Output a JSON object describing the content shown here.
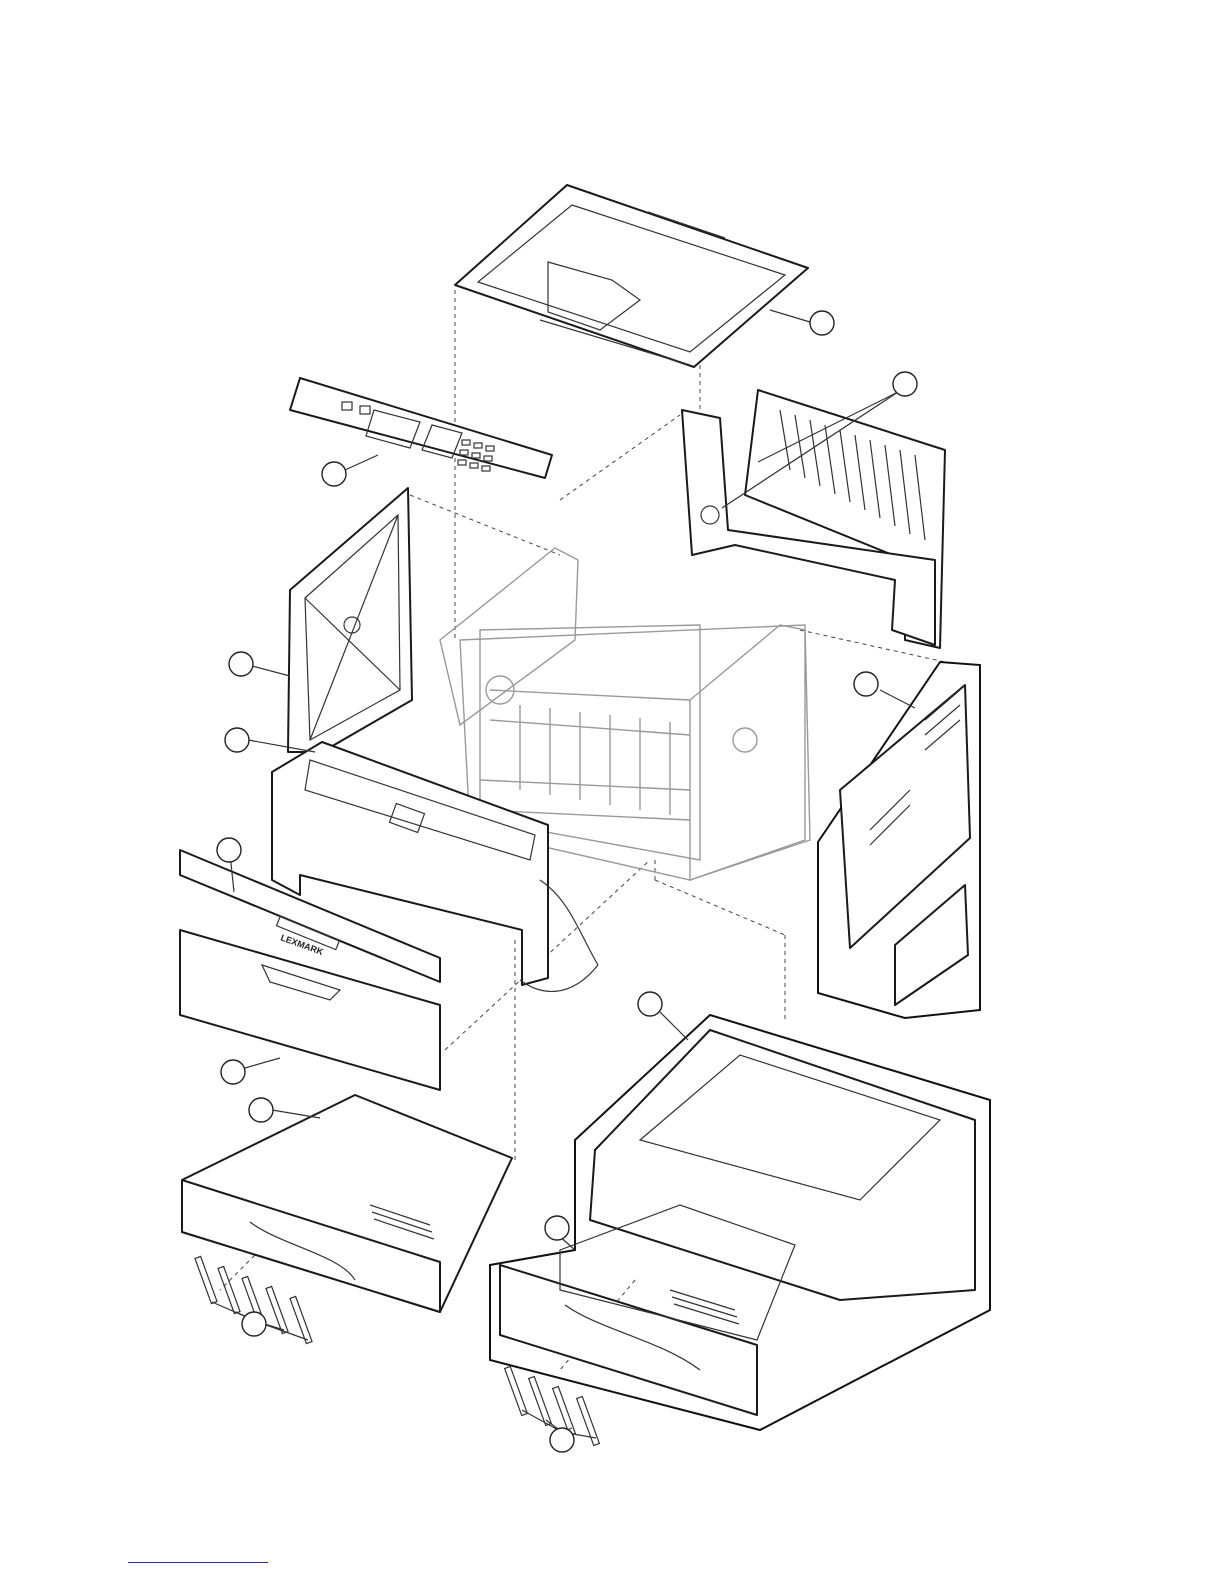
{
  "diagram": {
    "callouts": [
      {
        "id": "top-cover",
        "label": ""
      },
      {
        "id": "rear-door",
        "label": ""
      },
      {
        "id": "operator-panel-bezel",
        "label": ""
      },
      {
        "id": "left-cover",
        "label": ""
      },
      {
        "id": "right-cover",
        "label": ""
      },
      {
        "id": "front-access-frame",
        "label": ""
      },
      {
        "id": "front-bezel",
        "label": ""
      },
      {
        "id": "front-door",
        "label": ""
      },
      {
        "id": "option-drawer",
        "label": ""
      },
      {
        "id": "tray",
        "label": ""
      },
      {
        "id": "tray-labels",
        "label": ""
      },
      {
        "id": "option-tray",
        "label": ""
      },
      {
        "id": "option-tray-labels",
        "label": ""
      }
    ],
    "front_bezel_logo": "LEXMARK"
  },
  "colors": {
    "line": "#1a1a1a",
    "frame": "#9a9a9a",
    "link": "#2a2aa8"
  }
}
